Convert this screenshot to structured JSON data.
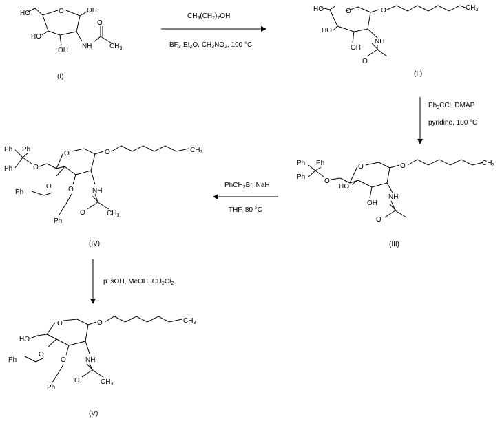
{
  "scheme": {
    "compounds": [
      {
        "label": "(I)"
      },
      {
        "label": "(II)"
      },
      {
        "label": "(III)"
      },
      {
        "label": "(IV)"
      },
      {
        "label": "(V)"
      }
    ],
    "steps": [
      {
        "above": "CH3(CH2)7OH",
        "below": "BF3·Et2O, CH3NO2, 100 °C"
      },
      {
        "above": "Ph3CCl, DMAP",
        "below": "pyridine, 100 °C"
      },
      {
        "above": "PhCH2Br, NaH",
        "below": "THF, 80 °C"
      },
      {
        "above": "pTsOH, MeOH, CH2Cl2"
      }
    ],
    "atom_labels": {
      "oh": "OH",
      "ho": "HO",
      "ring_o": "O",
      "o": "O",
      "nh": "NH",
      "ch3": "CH3",
      "ph": "Ph"
    }
  }
}
